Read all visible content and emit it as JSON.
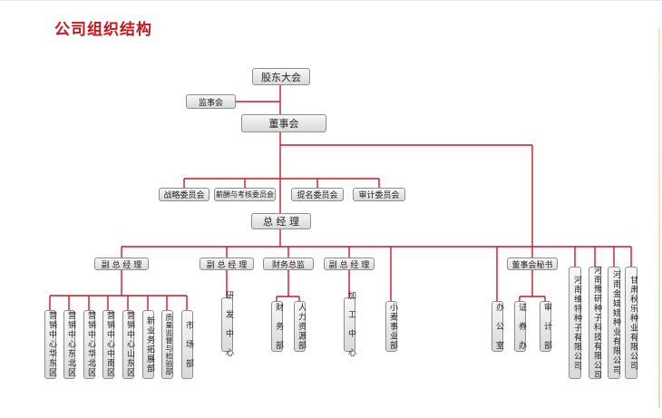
{
  "title": "公司组织结构",
  "colors": {
    "title": "#c8161d",
    "line": "#d4142a",
    "box_border": "#8e8e8e"
  },
  "nodes": {
    "shareholders_meeting": "股东大会",
    "supervisory_board": "监事会",
    "board_of_directors": "董事会",
    "strategy_committee": "战略委员会",
    "remuneration_committee": "薪酬与考核委员会",
    "nomination_committee": "提名委员会",
    "audit_committee": "审计委员会",
    "general_manager": "总 经 理",
    "deputy_gm_1": "副 总 经 理",
    "deputy_gm_2": "副 总 经 理",
    "finance_director": "财务总监",
    "deputy_gm_3": "副 总 经 理",
    "board_secretary": "董事会秘书",
    "sales_center_east_china": "营销中心华东区",
    "sales_center_northeast": "营销中心东北区",
    "sales_center_north_china": "营销中心华北区",
    "sales_center_central_south": "营销中心中南区",
    "sales_center_shandong": "营销中心山东区",
    "new_business_dev": "新业务拓展部",
    "quality_inspection": "质量监督与检验部",
    "market_dept": "市　场　部",
    "rd_center": "研　发　中　心",
    "finance_dept": "财　务　部",
    "hr_dept": "人力资源部",
    "processing_center": "加　工　中　心",
    "wheat_division": "小麦事业部",
    "office": "办　公　室",
    "securities_dept": "证　券　办",
    "audit_dept": "审　计　部",
    "henan_weite": "河南维特种子有限公司",
    "henan_yuyan": "河南豫研种子科技有限公司",
    "henan_jinwawa": "河南金娃娃种业有限公司",
    "gansu_qiule": "甘肃秋乐种业有限公司"
  }
}
